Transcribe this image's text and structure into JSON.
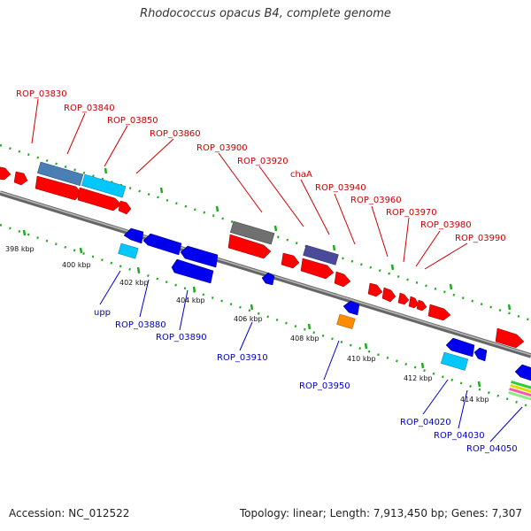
{
  "title": "Rhodococcus opacus B4, complete genome",
  "accession": "Accession: NC_012522",
  "summary": "Topology: linear; Length: 7,913,450 bp; Genes: 7,307",
  "colors": {
    "forward_label": "#cc0000",
    "reverse_label": "#0000cc",
    "tick": "#22aa22",
    "backbone": "#888888",
    "red_gene": "#ff0000",
    "blue_gene": "#0000ee",
    "cyan_gene": "#00c8ff",
    "steel_gene": "#4a7fb5",
    "gray_gene": "#707070",
    "purple_gene": "#4a4a9a",
    "orange_gene": "#ff8c00"
  },
  "scale_labels": [
    "398 kbp",
    "400 kbp",
    "402 kbp",
    "404 kbp",
    "406 kbp",
    "408 kbp",
    "410 kbp",
    "412 kbp",
    "414 kbp"
  ],
  "forward_labels": [
    "ROP_03830",
    "ROP_03840",
    "ROP_03850",
    "ROP_03860",
    "ROP_03900",
    "ROP_03920",
    "chaA",
    "ROP_03940",
    "ROP_03960",
    "ROP_03970",
    "ROP_03980",
    "ROP_03990"
  ],
  "reverse_labels": [
    "upp",
    "ROP_03880",
    "ROP_03890",
    "ROP_03910",
    "ROP_03950",
    "ROP_04020",
    "ROP_04030",
    "ROP_04050"
  ]
}
